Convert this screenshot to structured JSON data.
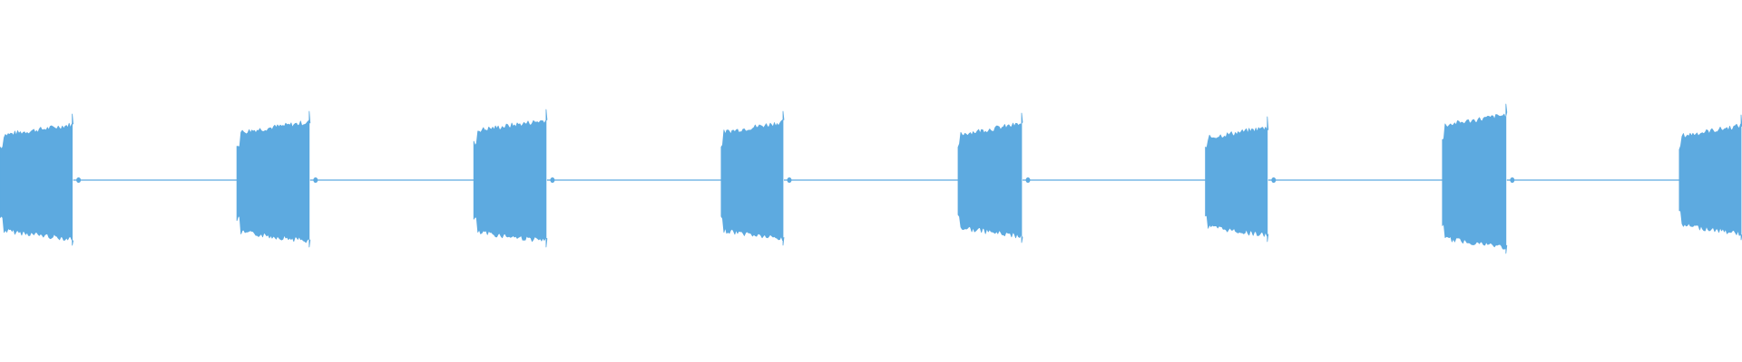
{
  "waveform": {
    "color": "#5DAAE0",
    "background": "#FFFFFF",
    "burst_count": 8,
    "bursts": [
      {
        "start": 0.0,
        "end": 0.042,
        "top": 0.55,
        "bottom": 0.6
      },
      {
        "start": 0.136,
        "end": 0.178,
        "top": 0.58,
        "bottom": 0.62
      },
      {
        "start": 0.272,
        "end": 0.314,
        "top": 0.6,
        "bottom": 0.62
      },
      {
        "start": 0.414,
        "end": 0.45,
        "top": 0.58,
        "bottom": 0.6
      },
      {
        "start": 0.55,
        "end": 0.587,
        "top": 0.56,
        "bottom": 0.57
      },
      {
        "start": 0.692,
        "end": 0.728,
        "top": 0.52,
        "bottom": 0.56
      },
      {
        "start": 0.828,
        "end": 0.865,
        "top": 0.66,
        "bottom": 0.69
      },
      {
        "start": 0.964,
        "end": 1.0,
        "top": 0.54,
        "bottom": 0.54
      }
    ]
  }
}
